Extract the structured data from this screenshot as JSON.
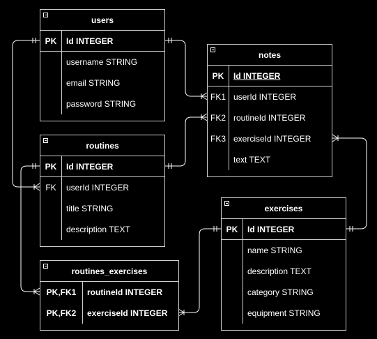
{
  "tables": {
    "users": {
      "title": "users",
      "rows": [
        {
          "key": "PK",
          "field": "Id INTEGER"
        },
        {
          "key": "",
          "field": "username STRING"
        },
        {
          "key": "",
          "field": "email STRING"
        },
        {
          "key": "",
          "field": "password STRING"
        }
      ]
    },
    "notes": {
      "title": "notes",
      "rows": [
        {
          "key": "PK",
          "field": "Id INTEGER"
        },
        {
          "key": "FK1",
          "field": "userId INTEGER"
        },
        {
          "key": "FK2",
          "field": "routineId INTEGER"
        },
        {
          "key": "FK3",
          "field": "exerciseId INTEGER"
        },
        {
          "key": "",
          "field": "text TEXT"
        }
      ]
    },
    "routines": {
      "title": "routines",
      "rows": [
        {
          "key": "PK",
          "field": "Id INTEGER"
        },
        {
          "key": "FK",
          "field": "userId INTEGER"
        },
        {
          "key": "",
          "field": "title STRING"
        },
        {
          "key": "",
          "field": "description TEXT"
        }
      ]
    },
    "exercises": {
      "title": "exercises",
      "rows": [
        {
          "key": "PK",
          "field": "Id INTEGER"
        },
        {
          "key": "",
          "field": "name STRING"
        },
        {
          "key": "",
          "field": "description TEXT"
        },
        {
          "key": "",
          "field": "category STRING"
        },
        {
          "key": "",
          "field": "equipment STRING"
        }
      ]
    },
    "routines_exercises": {
      "title": "routines_exercises",
      "rows": [
        {
          "key": "PK,FK1",
          "field": "routineId INTEGER"
        },
        {
          "key": "PK,FK2",
          "field": "exerciseId INTEGER"
        }
      ]
    }
  },
  "colors": {
    "background": "#000000",
    "border": "#cfcfcf",
    "text": "#ffffff"
  }
}
